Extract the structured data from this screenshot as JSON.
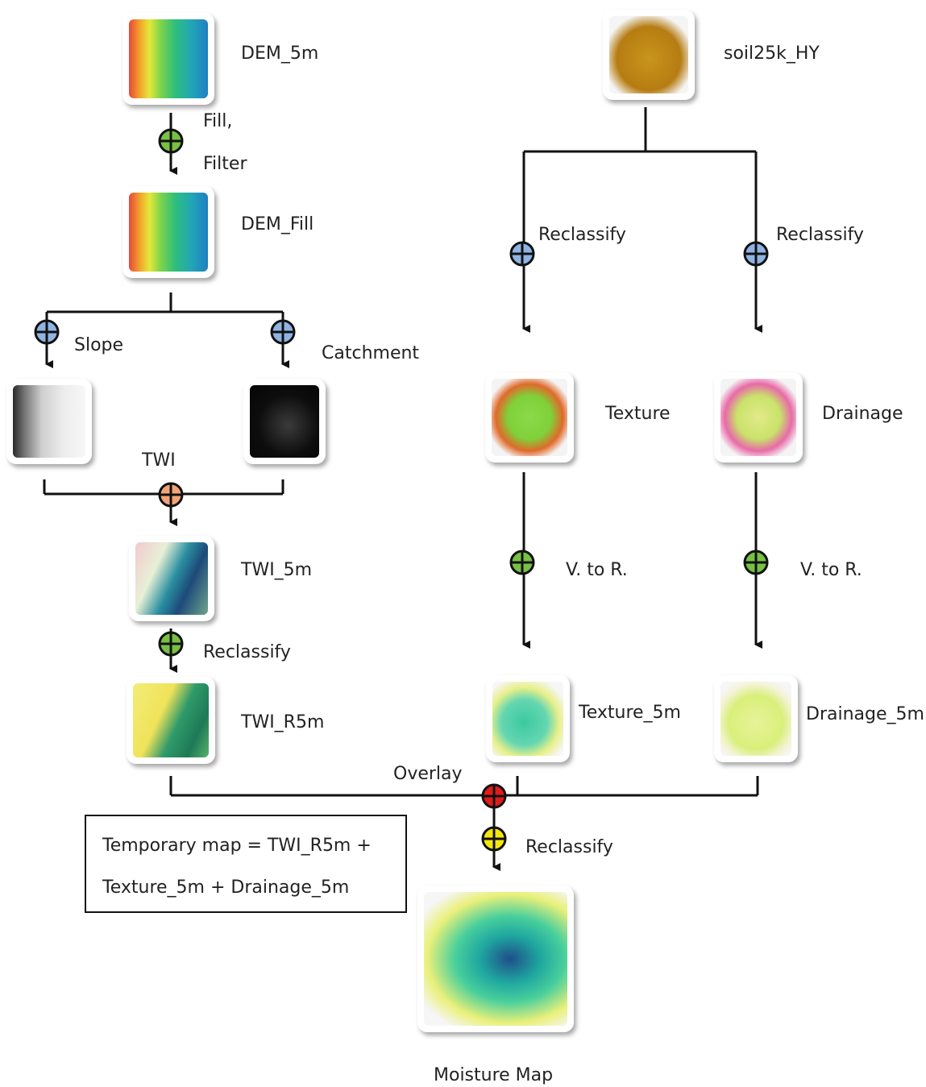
{
  "nodes": {
    "dem_5m": "DEM_5m",
    "dem_fill": "DEM_Fill",
    "soil": "soil25k_HY",
    "texture": "Texture",
    "drainage": "Drainage",
    "twi_5m": "TWI_5m",
    "twi_r5m": "TWI_R5m",
    "texture_5m": "Texture_5m",
    "drainage_5m": "Drainage_5m",
    "moisture": "Moisture Map"
  },
  "operations": {
    "fill": "Fill,",
    "filter": "Filter",
    "slope": "Slope",
    "catchment": "Catchment",
    "twi": "TWI",
    "reclassify_twi": "Reclassify",
    "reclassify_left": "Reclassify",
    "reclassify_right": "Reclassify",
    "vtor_left": "V. to R.",
    "vtor_right": "V. to R.",
    "overlay": "Overlay",
    "reclassify_final": "Reclassify"
  },
  "formula": {
    "line1": "Temporary map = TWI_R5m +",
    "line2": "Texture_5m + Drainage_5m"
  },
  "colors": {
    "op_green": "#77c043",
    "op_blue": "#8fb4e3",
    "op_orange": "#f2a477",
    "op_red": "#e01b1b",
    "op_yellow": "#f5e60e"
  }
}
